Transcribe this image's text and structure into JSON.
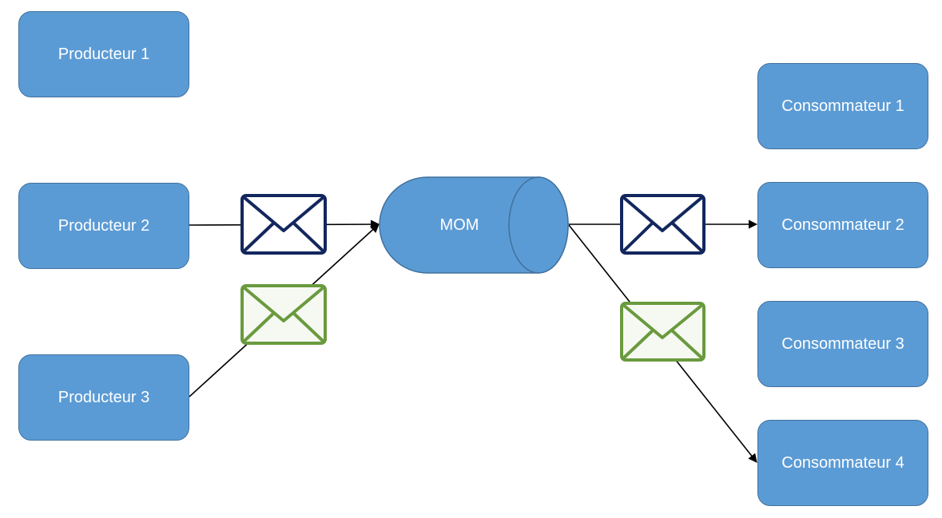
{
  "producers": [
    {
      "id": "p1",
      "label": "Producteur 1"
    },
    {
      "id": "p2",
      "label": "Producteur 2"
    },
    {
      "id": "p3",
      "label": "Producteur 3"
    }
  ],
  "broker": {
    "label": "MOM"
  },
  "consumers": [
    {
      "id": "c1",
      "label": "Consommateur 1"
    },
    {
      "id": "c2",
      "label": "Consommateur 2"
    },
    {
      "id": "c3",
      "label": "Consommateur 3"
    },
    {
      "id": "c4",
      "label": "Consommateur 4"
    }
  ],
  "colors": {
    "node_fill": "#5b9bd5",
    "node_border": "#41719c",
    "message_blue": "#13275e",
    "message_green": "#6a9a3e",
    "message_green_fill": "#f6f9f2",
    "connector": "#000000"
  },
  "messages": [
    {
      "name": "message-blue-in-icon",
      "color": "blue"
    },
    {
      "name": "message-green-in-icon",
      "color": "green"
    },
    {
      "name": "message-blue-out-icon",
      "color": "blue"
    },
    {
      "name": "message-green-out-icon",
      "color": "green"
    }
  ]
}
